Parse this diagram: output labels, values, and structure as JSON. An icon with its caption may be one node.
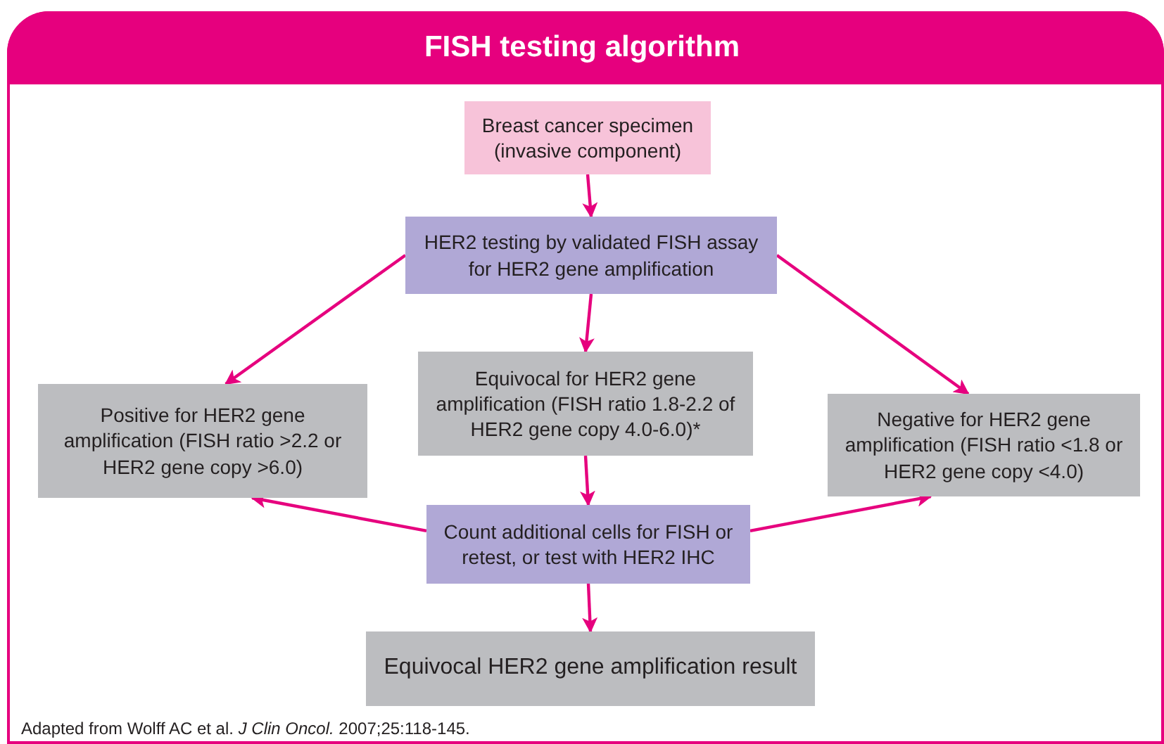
{
  "diagram": {
    "title": "FISH testing algorithm",
    "nodes": [
      {
        "text": [
          "Breast cancer specimen (invasive component)"
        ]
      },
      {
        "text": [
          "HER2 testing by validated FISH assay for HER2 gene amplification"
        ]
      },
      {
        "text": [
          "Positive for HER2 gene amplification (FISH ratio >2.2 or HER2 gene copy >6.0)"
        ]
      },
      {
        "text": [
          "Equivocal for HER2 gene amplification (FISH ratio 1.8-2.2 of HER2 gene copy 4.0-6.0)*"
        ]
      },
      {
        "text": [
          "Negative for HER2 gene amplification (FISH ratio <1.8 or HER2 gene copy <4.0)"
        ]
      },
      {
        "text": [
          "Count additional cells for FISH or retest, or test with HER2 IHC"
        ]
      },
      {
        "text": [
          "Equivocal HER2 gene amplification result"
        ]
      }
    ],
    "edges": [
      {
        "from": 0,
        "to": 1,
        "arrow": "to"
      },
      {
        "from": 1,
        "to": 2,
        "arrow": "to"
      },
      {
        "from": 1,
        "to": 3,
        "arrow": "to"
      },
      {
        "from": 1,
        "to": 4,
        "arrow": "to"
      },
      {
        "from": 3,
        "to": 5,
        "arrow": "to"
      },
      {
        "from": 5,
        "to": 2,
        "arrow": "to"
      },
      {
        "from": 5,
        "to": 4,
        "arrow": "to"
      },
      {
        "from": 5,
        "to": 6,
        "arrow": "to"
      }
    ],
    "caption": "Adapted from Wolff AC et al. *J Clin Oncol.* 2007;25:118-145."
  }
}
